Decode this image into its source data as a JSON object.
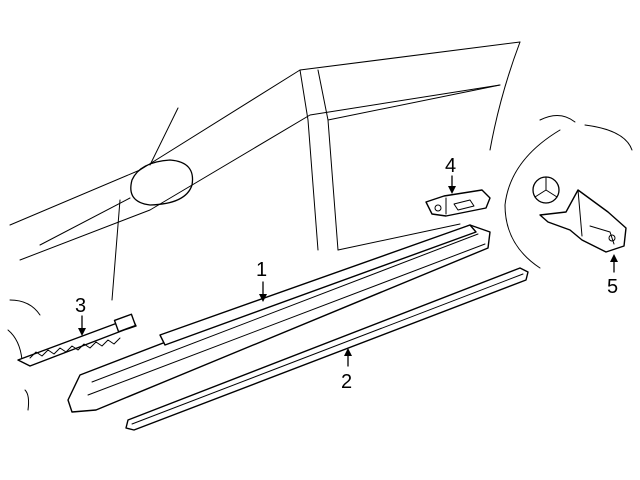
{
  "callouts": [
    {
      "id": "1",
      "label": "1"
    },
    {
      "id": "2",
      "label": "2"
    },
    {
      "id": "3",
      "label": "3"
    },
    {
      "id": "4",
      "label": "4"
    },
    {
      "id": "5",
      "label": "5"
    }
  ],
  "emblem_icon": "three-pointed-star-icon"
}
